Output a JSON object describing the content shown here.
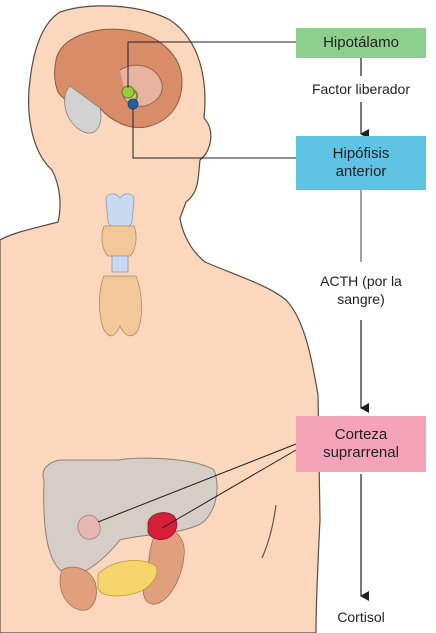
{
  "boxes": {
    "hypothalamus": {
      "label": "Hipotálamo",
      "color": "#8ccf8e"
    },
    "pituitary": {
      "line1": "Hipófisis",
      "line2": "anterior",
      "color": "#5fc3e4"
    },
    "adrenal": {
      "line1": "Corteza",
      "line2": "suprarrenal",
      "color": "#f4a3b9"
    }
  },
  "labels": {
    "releasing_factor": "Factor liberador",
    "acth_line1": "ACTH (por la",
    "acth_line2": "sangre)",
    "cortisol": "Cortisol"
  },
  "colors": {
    "skin": "#fbd7bd",
    "outline": "#5a4a42",
    "brain": "#d98c68",
    "arrow": "#231f20",
    "long_arrow": "#8a8a8a"
  }
}
